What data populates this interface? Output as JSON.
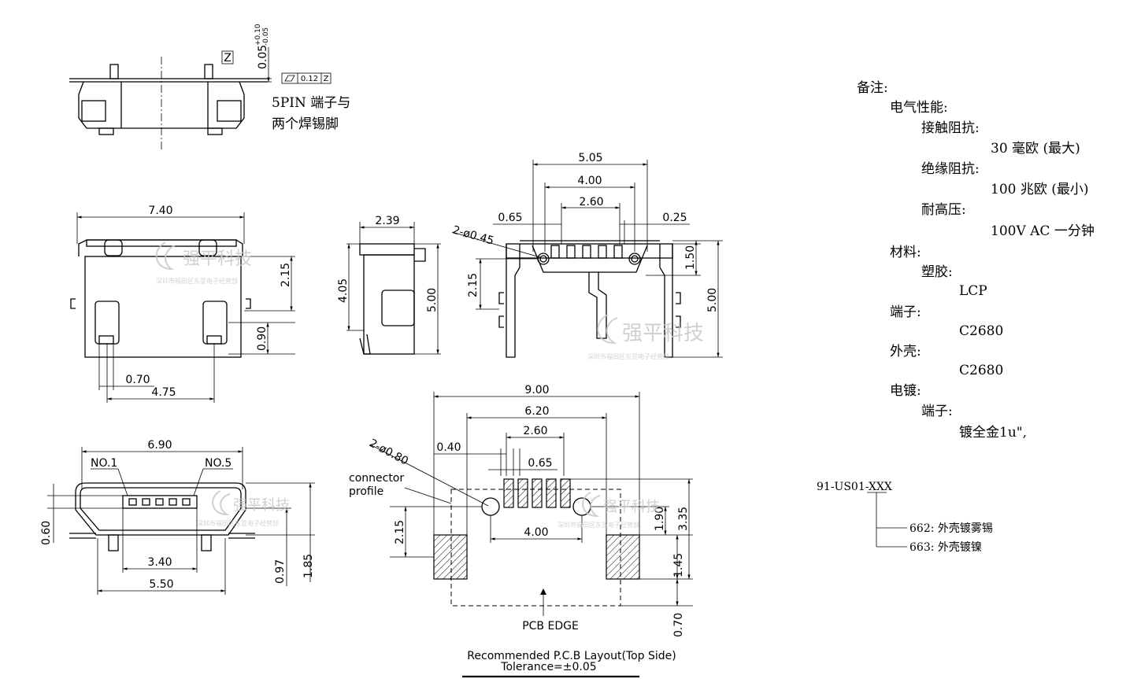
{
  "dimensions": {
    "flatness": "0.05",
    "flatness_tol_plus": "+0.10",
    "flatness_tol_minus": "-0.05",
    "datum": "Z",
    "gdt_value": "0.12",
    "gdt_datum": "Z",
    "top_width": "7.40",
    "top_h1": "2.15",
    "top_h2": "0.90",
    "top_w1": "0.70",
    "top_w2": "4.75",
    "side_w": "2.39",
    "side_h1": "4.05",
    "side_h2": "5.00",
    "rear_w1": "5.05",
    "rear_w2": "4.00",
    "rear_w3": "2.60",
    "rear_w4": "0.65",
    "rear_w5": "0.25",
    "rear_hole": "2-ø0.45",
    "rear_h1": "1.50",
    "rear_h2": "5.00",
    "rear_h3": "2.15",
    "front_w": "6.90",
    "front_no1": "NO.1",
    "front_no5": "NO.5",
    "front_h1": "0.60",
    "front_w2": "3.40",
    "front_w3": "5.50",
    "front_h2": "0.97",
    "front_h3": "1.85",
    "pcb_w1": "9.00",
    "pcb_w2": "6.20",
    "pcb_w3": "2.60",
    "pcb_w4": "0.40",
    "pcb_w5": "0.65",
    "pcb_hole": "2-ø0.80",
    "pcb_conn_label1": "connector",
    "pcb_conn_label2": "profile",
    "pcb_h1": "2.15",
    "pcb_w6": "4.00",
    "pcb_h2": "1.90",
    "pcb_h3": "3.35",
    "pcb_h4": "1.45",
    "pcb_h5": "0.70",
    "pcb_edge": "PCB EDGE",
    "pcb_title": "Recommended P.C.B Layout(Top Side)",
    "pcb_tol": "Tolerance=±0.05"
  },
  "pin_note": [
    "5PIN 端子与",
    "两个焊锡脚"
  ],
  "watermark": {
    "name": "强平科技",
    "sub": "深圳市福田区东亚电子经营部"
  },
  "notes": [
    "备注:",
    "电气性能:",
    "接触阻抗:",
    "30 毫欧 (最大)",
    "绝缘阻抗:",
    "100 兆欧 (最小)",
    "耐高压:",
    "100V AC 一分钟",
    "材料:",
    "塑胶:",
    "LCP",
    "端子:",
    "C2680",
    "外壳:",
    "C2680",
    "电镀:",
    "端子:",
    "镀全金1u\","
  ],
  "part": {
    "number": "91-US01-XXX",
    "options": [
      "662: 外壳镀雾锡",
      "663: 外壳镀镍"
    ]
  }
}
